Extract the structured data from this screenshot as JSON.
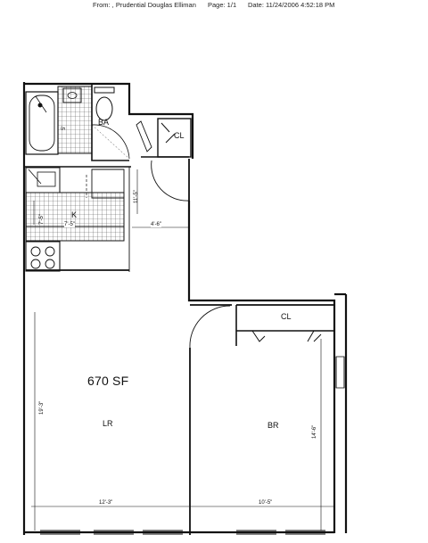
{
  "fax_header": {
    "from": "From: , Prudential Douglas Elliman",
    "page": "Page: 1/1",
    "date": "Date: 11/24/2006 4:52:18 PM"
  },
  "floor_plan": {
    "total_area": "670 SF",
    "rooms": {
      "bath": "BA",
      "kitchen": "K",
      "closet_entry": "CL",
      "closet_bedroom": "CL",
      "living_room": "LR",
      "bedroom": "BR"
    },
    "dimensions": {
      "living_width": "12'-3\"",
      "living_length": "19'-3\"",
      "bedroom_width": "10'-5\"",
      "bedroom_length": "14'-6\"",
      "kitchen_width": "7'-5\"",
      "kitchen_length": "7'-5\"",
      "foyer_width": "4'-6\"",
      "foyer_length": "11'-5\"",
      "bath_width": "5'"
    }
  },
  "colors": {
    "ink": "#111111",
    "paper": "#ffffff",
    "tile": "#555555"
  }
}
